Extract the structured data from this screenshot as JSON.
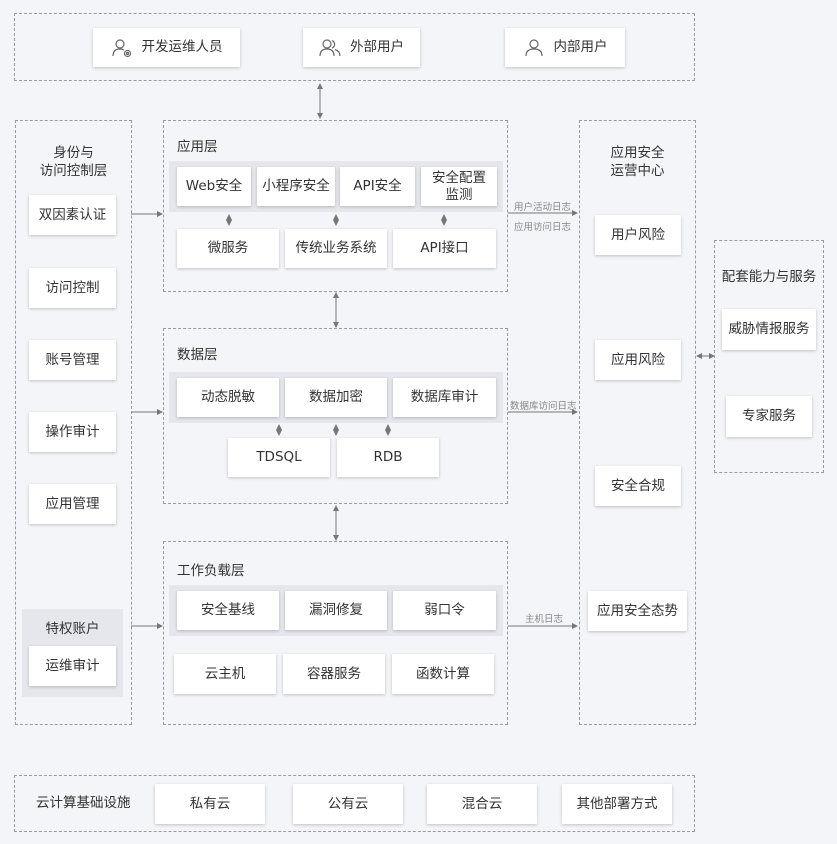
{
  "users": [
    {
      "label": "开发运维人员",
      "icon": "dev-ops-user-icon"
    },
    {
      "label": "外部用户",
      "icon": "external-users-icon"
    },
    {
      "label": "内部用户",
      "icon": "internal-user-icon"
    }
  ],
  "identity": {
    "title": "身份与\n访问控制层",
    "items": [
      "双因素认证",
      "访问控制",
      "账号管理",
      "操作审计",
      "应用管理"
    ],
    "privileged": {
      "title": "特权账户",
      "item": "运维审计"
    }
  },
  "app_layer": {
    "title": "应用层",
    "top": [
      "Web安全",
      "小程序安全",
      "API安全",
      "安全配置\n监测"
    ],
    "bottom": [
      "微服务",
      "传统业务系统",
      "API接口"
    ]
  },
  "data_layer": {
    "title": "数据层",
    "top": [
      "动态脱敏",
      "数据加密",
      "数据库审计"
    ],
    "bottom": [
      "TDSQL",
      "RDB"
    ]
  },
  "workload_layer": {
    "title": "工作负载层",
    "top": [
      "安全基线",
      "漏洞修复",
      "弱口令"
    ],
    "bottom": [
      "云主机",
      "容器服务",
      "函数计算"
    ]
  },
  "soc": {
    "title": "应用安全\n运营中心",
    "items": [
      "用户风险",
      "应用风险",
      "安全合规",
      "应用安全态势"
    ]
  },
  "support": {
    "title": "配套能力与服务",
    "items": [
      "威胁情报服务",
      "专家服务"
    ]
  },
  "logs": {
    "user_activity": "用户活动日志",
    "app_access": "应用访问日志",
    "db_access": "数据库访问日志",
    "host": "主机日志"
  },
  "infra": {
    "title": "云计算基础设施",
    "items": [
      "私有云",
      "公有云",
      "混合云",
      "其他部署方式"
    ]
  }
}
